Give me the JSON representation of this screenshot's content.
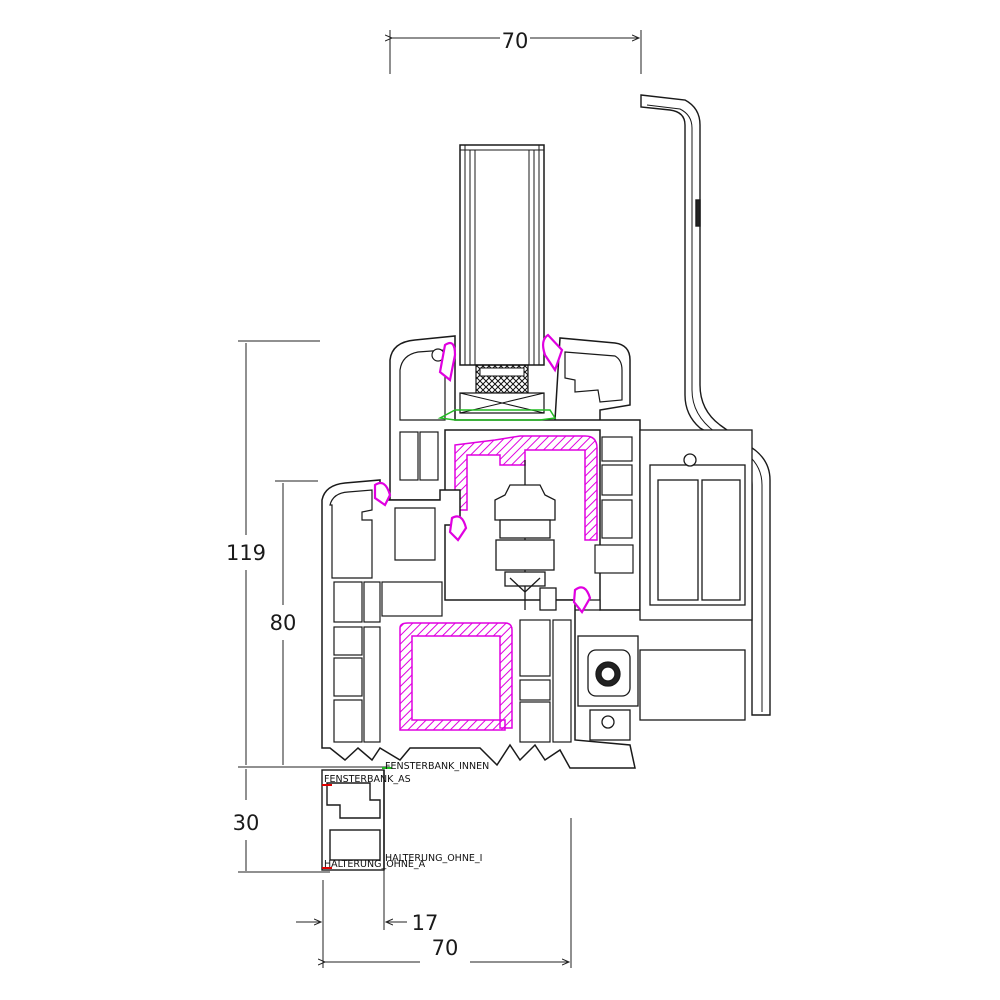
{
  "dimensions": {
    "top_width": "70",
    "total_height": "119",
    "frame_height": "80",
    "sill_height": "30",
    "sill_offset": "17",
    "bottom_width": "70"
  },
  "labels": {
    "fensterbank_innen": "FENSTERBANK_INNEN",
    "fensterbank_as": "FENSTERBANK_AS",
    "halterung_ohne_i": "HALTERUNG_OHNE_I",
    "halterung_ohne_a": "HALTERUNG_OHNE_A"
  },
  "colors": {
    "outline": "#1a1a1a",
    "gasket": "#e000e0",
    "green_marker": "#22bb22",
    "red_marker": "#dd0000",
    "dim_line": "#222222"
  }
}
